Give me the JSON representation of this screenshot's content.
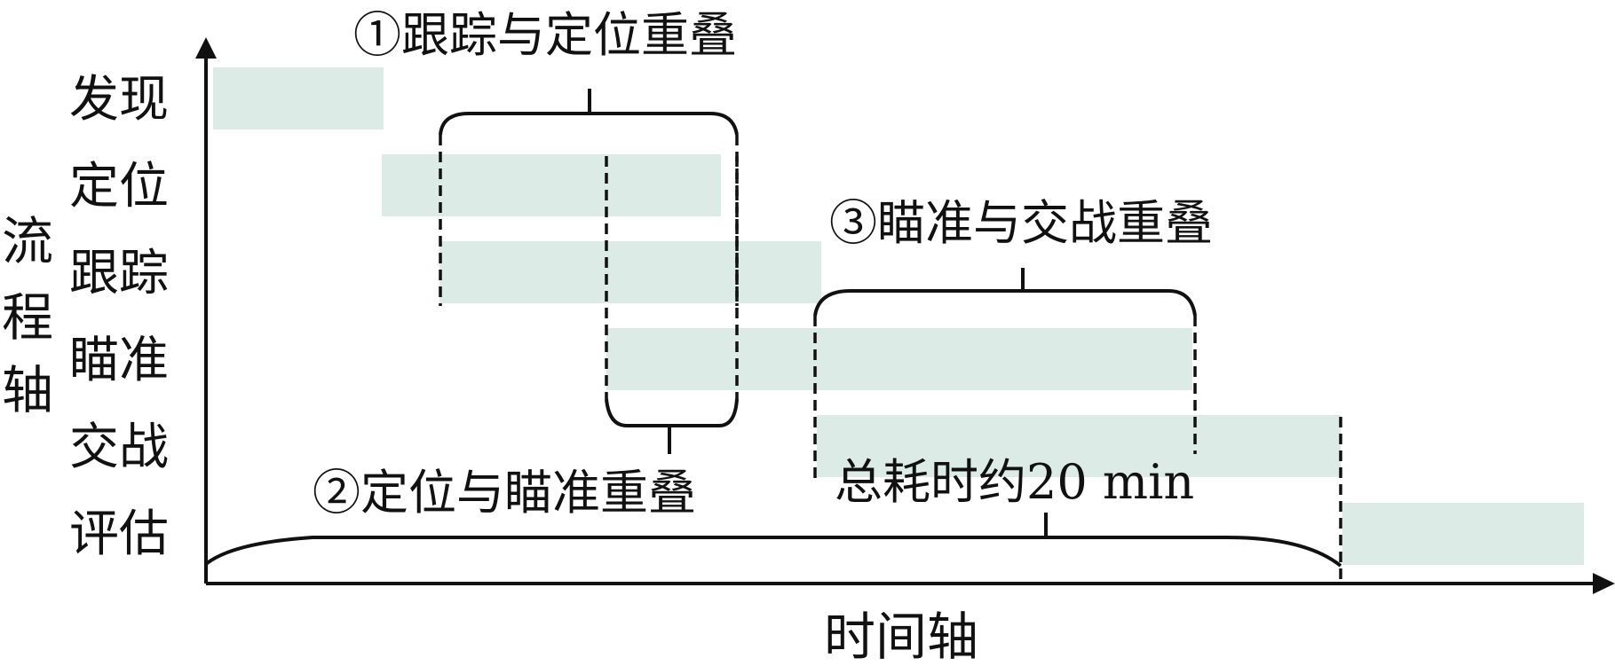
{
  "diagram": {
    "y_axis_label": [
      "流",
      "程",
      "轴"
    ],
    "x_axis_label": "时间轴",
    "stages": [
      {
        "id": "discover",
        "label": "发现"
      },
      {
        "id": "locate",
        "label": "定位"
      },
      {
        "id": "track",
        "label": "跟踪"
      },
      {
        "id": "aim",
        "label": "瞄准"
      },
      {
        "id": "engage",
        "label": "交战"
      },
      {
        "id": "assess",
        "label": "评估"
      }
    ],
    "overlaps": [
      {
        "id": "track-locate",
        "label": "①跟踪与定位重叠"
      },
      {
        "id": "locate-aim",
        "label": "②定位与瞄准重叠"
      },
      {
        "id": "aim-engage",
        "label": "③瞄准与交战重叠"
      }
    ],
    "total_time_note": "总耗时约20 min",
    "colors": {
      "bar_fill": "#dcebe6",
      "ink": "#111111",
      "background": "#ffffff"
    }
  }
}
